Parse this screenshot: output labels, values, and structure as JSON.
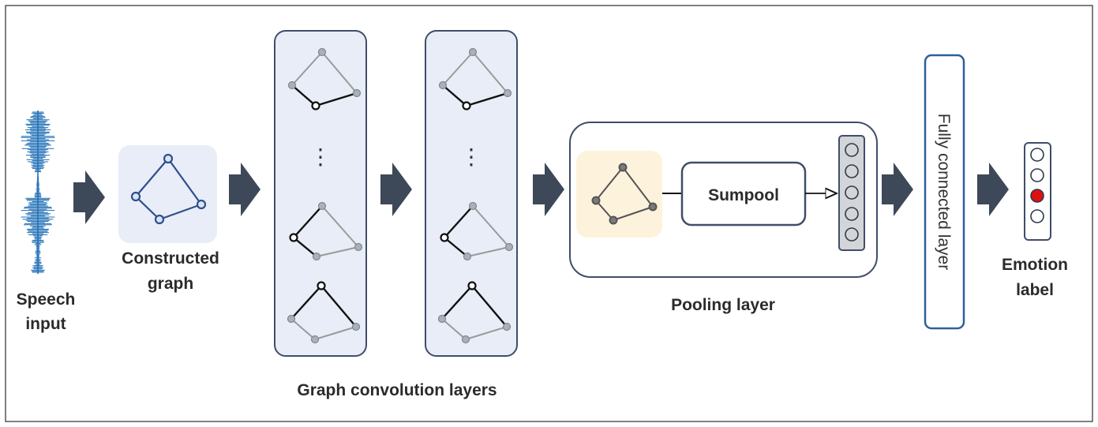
{
  "labels": {
    "speech_input": [
      "Speech",
      "input"
    ],
    "constructed_graph": [
      "Constructed",
      "graph"
    ],
    "graph_conv_layers": "Graph convolution layers",
    "pooling_layer": "Pooling layer",
    "sumpool": "Sumpool",
    "fully_connected": "Fully connected layer",
    "emotion_label": [
      "Emotion",
      "label"
    ],
    "ellipsis": "⋮"
  },
  "colors": {
    "arrow": "#3d4858",
    "panel_fill": "#e9edf7",
    "panel_border": "#3f4e68",
    "graph_blue": "#2e4f8f",
    "node_gray": "#a9b0b9",
    "edge_gray": "#9a9a9a",
    "edge_black": "#111111",
    "pool_highlight": "#fdf3dd",
    "output_active": "#e01010",
    "waveform": "#1f6fb5"
  },
  "emotion_output": {
    "num_classes": 4,
    "active_index": 2
  }
}
